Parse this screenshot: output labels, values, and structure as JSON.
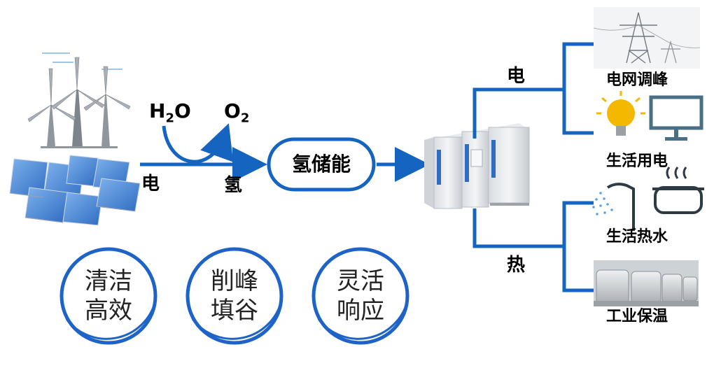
{
  "input": {
    "label_electricity": "电",
    "label_hydrogen": "氢"
  },
  "reaction": {
    "water": "H",
    "water_sub": "2",
    "water_tail": "O",
    "oxygen": "O",
    "oxygen_sub": "2"
  },
  "storage": {
    "label": "氢储能"
  },
  "outputs": {
    "electricity_label": "电",
    "heat_label": "热",
    "grid_peak": "电网调峰",
    "domestic_power": "生活用电",
    "domestic_hot_water": "生活热水",
    "industrial_insulation": "工业保温"
  },
  "features": [
    {
      "line1": "清洁",
      "line2": "高效"
    },
    {
      "line1": "削峰",
      "line2": "填谷"
    },
    {
      "line1": "灵活",
      "line2": "响应"
    }
  ],
  "colors": {
    "accent": "#1565C0",
    "ring": "#1E63C7",
    "bulb": "#F5B800"
  }
}
